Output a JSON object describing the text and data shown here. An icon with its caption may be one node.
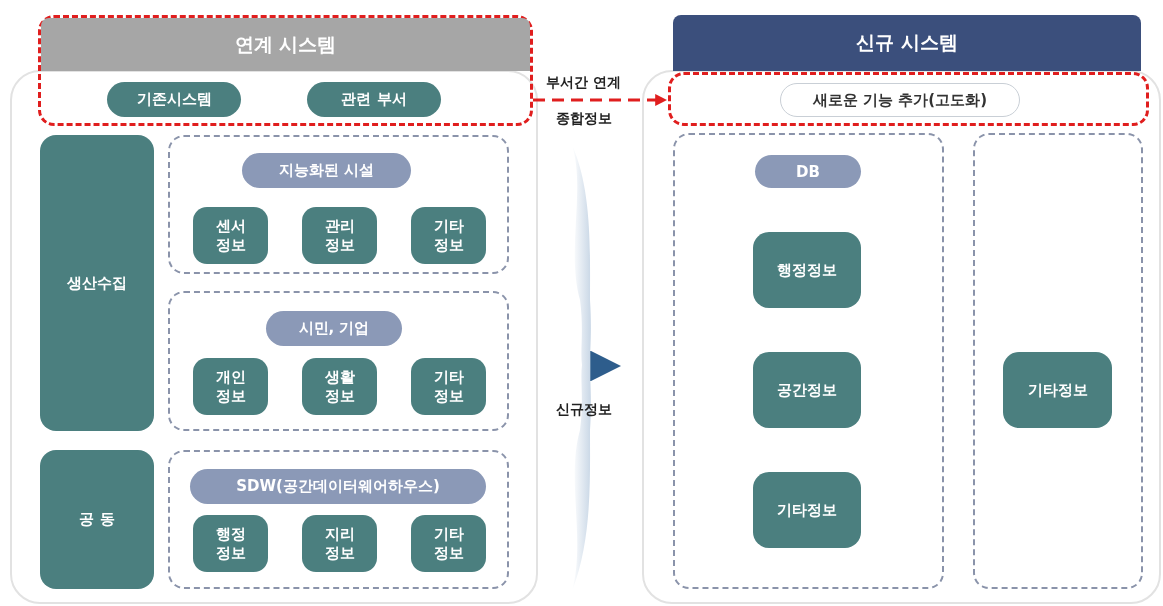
{
  "diagram": {
    "nodes": [
      {
        "text": [
          "연계 시스템"
        ],
        "in": 2
      },
      {
        "text": [],
        "shape": "box"
      },
      {
        "text": [],
        "shape": "box"
      },
      {
        "text": [
          "기존시스템"
        ]
      },
      {
        "text": [
          "관련 부서"
        ]
      },
      {
        "text": [
          "생산수집"
        ],
        "in": 1
      },
      {
        "text": [],
        "shape": "box",
        "in": 1
      },
      {
        "text": [
          "지능화된 시설"
        ],
        "in": 6
      },
      {
        "text": [
          "센서 정보"
        ],
        "in": 6
      },
      {
        "text": [
          "관리 정보"
        ],
        "in": 6
      },
      {
        "text": [
          "기타 정보"
        ],
        "in": 6
      },
      {
        "text": [],
        "shape": "box",
        "in": 1
      },
      {
        "text": [
          "시민, 기업"
        ],
        "in": 11
      },
      {
        "text": [
          "개인 정보"
        ],
        "in": 11
      },
      {
        "text": [
          "생활 정보"
        ],
        "in": 11
      },
      {
        "text": [
          "기타 정보"
        ],
        "in": 11
      },
      {
        "text": [
          "공 동"
        ],
        "in": 1
      },
      {
        "text": [],
        "shape": "box",
        "in": 1
      },
      {
        "text": [
          "SDW(공간데이터웨어하우스)"
        ],
        "in": 17
      },
      {
        "text": [
          "행정 정보"
        ],
        "in": 17
      },
      {
        "text": [
          "지리 정보"
        ],
        "in": 17
      },
      {
        "text": [
          "기타 정보"
        ],
        "in": 17
      },
      {
        "text": [
          "신규 시스템"
        ]
      },
      {
        "text": [],
        "shape": "box"
      },
      {
        "text": [],
        "shape": "box",
        "in": 23
      },
      {
        "text": [
          "새로운 기능 추가(고도화)"
        ],
        "in": 24
      },
      {
        "text": [],
        "shape": "box",
        "in": 23
      },
      {
        "text": [
          "DB"
        ],
        "in": 26
      },
      {
        "text": [
          "행정정보"
        ],
        "in": 26
      },
      {
        "text": [
          "공간정보"
        ],
        "in": 26
      },
      {
        "text": [
          "기타정보"
        ],
        "in": 26
      },
      {
        "text": [],
        "shape": "box",
        "in": 23
      },
      {
        "text": [
          "기타정보"
        ],
        "in": 31
      },
      {
        "text": [],
        "shape": "band"
      }
    ],
    "edges": [
      {
        "from": 2,
        "to": 24,
        "arrow": "to",
        "label": "부서간 연계",
        "style": "dashed",
        "color": "#e01e1e"
      },
      {
        "from": 33,
        "to": 23,
        "arrow": "to",
        "label": "신규정보",
        "style": "thick"
      }
    ],
    "labels": [
      "종합정보"
    ]
  }
}
